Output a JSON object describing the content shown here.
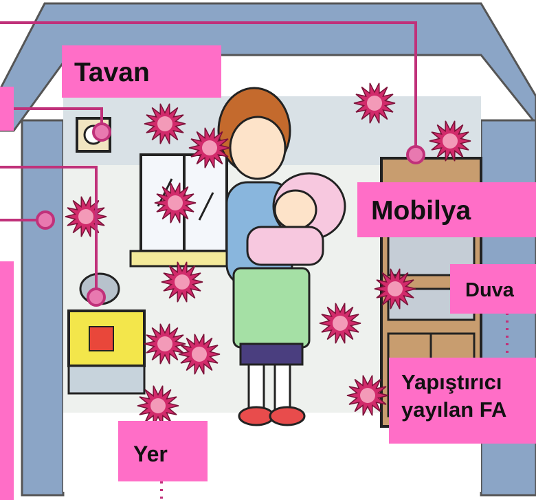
{
  "labels": {
    "ceiling": "Tavan",
    "furniture": "Mobilya",
    "wall": "Duva",
    "adhesive_line1": "Yapıştırıcı",
    "adhesive_line2": "yayılan FA",
    "floor": "Yer"
  },
  "colors": {
    "label_bg": "#ff6ec7",
    "house_frame": "#7f9bbd",
    "leader_line": "#c0317a",
    "germ": "#d12b6b",
    "room_bg": "#f7f8e6"
  }
}
